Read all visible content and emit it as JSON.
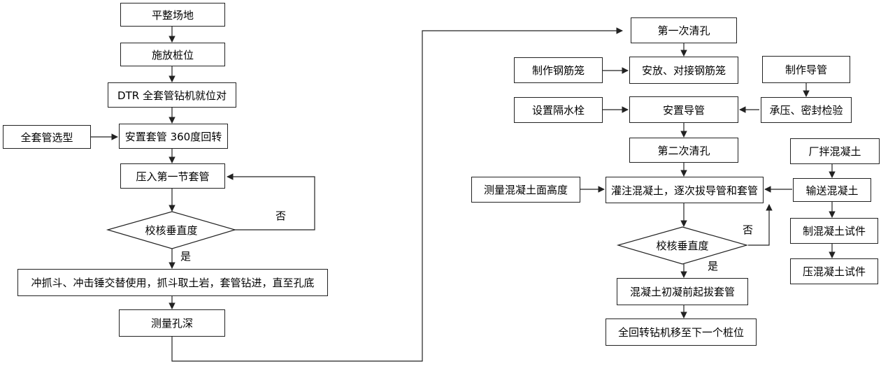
{
  "left": {
    "level_site": "平整场地",
    "stake_out": "施放桩位",
    "rig_position": "DTR 全套管钻机就位对",
    "casing_select": "全套管选型",
    "rotate_casing": "安置套管 360度回转",
    "press_casing": "压入第一节套管",
    "check_vertical": "校核垂直度",
    "drill_desc": "冲抓斗、冲击锤交替使用，抓斗取土岩，套管钻进，直至孔底",
    "measure_depth": "测量孔深",
    "yes": "是",
    "no": "否"
  },
  "right": {
    "first_clean": "第一次清孔",
    "make_cage": "制作钢筋笼",
    "install_cage": "安放、对接钢筋笼",
    "make_tremie": "制作导管",
    "set_plug": "设置隔水栓",
    "install_tremie": "安置导管",
    "pressure_test": "承压、密封检验",
    "second_clean": "第二次清孔",
    "plant_mix": "厂拌混凝土",
    "measure_level": "测量混凝土面高度",
    "pour": "灌注混凝土，逐次拔导管和套管",
    "transport": "输送混凝土",
    "check_vertical": "校核垂直度",
    "make_specimen": "制混凝土试件",
    "test_specimen": "压混凝土试件",
    "pull_casing": "混凝土初凝前起拔套管",
    "move_rig": "全回转钻机移至下一个桩位",
    "yes": "是",
    "no": "否"
  }
}
